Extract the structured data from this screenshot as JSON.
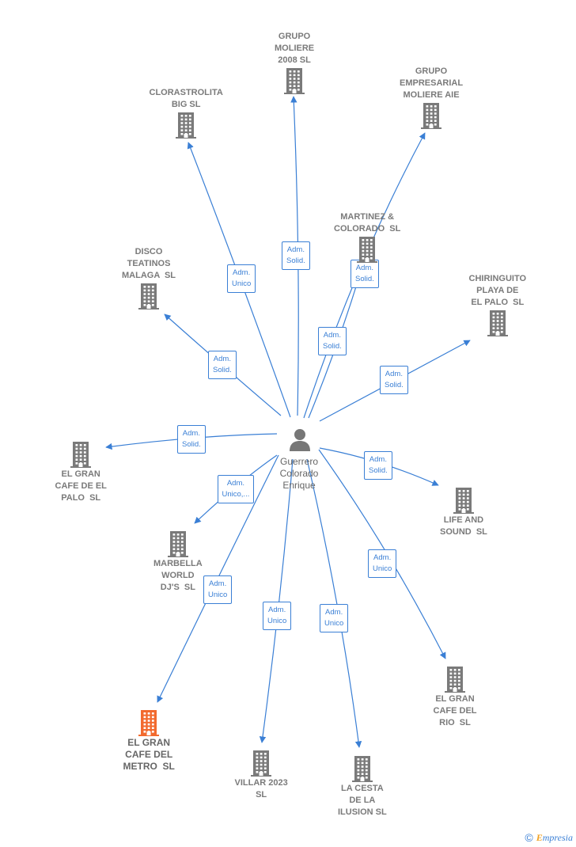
{
  "center": {
    "name": "Guerrero\nColorado\nEnrique",
    "icon": "person-icon"
  },
  "companies": [
    {
      "id": "grupo-moliere",
      "name": "GRUPO\nMOLIERE\n2008 SL",
      "highlight": false
    },
    {
      "id": "grupo-empresarial",
      "name": "GRUPO\nEMPRESARIAL\nMOLIERE AIE",
      "highlight": false
    },
    {
      "id": "clorastrolita",
      "name": "CLORASTROLITA\nBIG SL",
      "highlight": false
    },
    {
      "id": "martinez-colorado",
      "name": "MARTINEZ &\nCOLORADO  SL",
      "highlight": false
    },
    {
      "id": "disco-teatinos",
      "name": "DISCO\nTEATINOS\nMALAGA  SL",
      "highlight": false
    },
    {
      "id": "chiringuito",
      "name": "CHIRINGUITO\nPLAYA DE\nEL PALO  SL",
      "highlight": false
    },
    {
      "id": "gran-cafe-palo",
      "name": "EL GRAN\nCAFE DE EL\nPALO  SL",
      "highlight": false
    },
    {
      "id": "life-sound",
      "name": "LIFE AND\nSOUND  SL",
      "highlight": false
    },
    {
      "id": "marbella",
      "name": "MARBELLA\nWORLD\nDJ'S  SL",
      "highlight": false
    },
    {
      "id": "gran-cafe-rio",
      "name": "EL GRAN\nCAFE DEL\nRIO  SL",
      "highlight": false
    },
    {
      "id": "gran-cafe-metro",
      "name": "EL GRAN\nCAFE DEL\nMETRO  SL",
      "highlight": true
    },
    {
      "id": "villar",
      "name": "VILLAR 2023\nSL",
      "highlight": false
    },
    {
      "id": "la-cesta",
      "name": "LA CESTA\nDE LA\nILUSION SL",
      "highlight": false
    }
  ],
  "relations": [
    {
      "to": "grupo-moliere",
      "label": "Adm.\nSolid."
    },
    {
      "to": "grupo-empresarial",
      "label": "Adm.\nSolid."
    },
    {
      "to": "clorastrolita",
      "label": "Adm.\nUnico"
    },
    {
      "to": "martinez-colorado",
      "label": "Adm.\nSolid."
    },
    {
      "to": "disco-teatinos",
      "label": "Adm.\nSolid."
    },
    {
      "to": "chiringuito",
      "label": "Adm.\nSolid."
    },
    {
      "to": "gran-cafe-palo",
      "label": "Adm.\nSolid."
    },
    {
      "to": "life-sound",
      "label": "Adm.\nSolid."
    },
    {
      "to": "marbella",
      "label": "Adm.\nUnico,..."
    },
    {
      "to": "gran-cafe-rio",
      "label": "Adm.\nUnico"
    },
    {
      "to": "gran-cafe-metro",
      "label": "Adm.\nUnico"
    },
    {
      "to": "villar",
      "label": "Adm.\nUnico"
    },
    {
      "to": "la-cesta",
      "label": "Adm.\nUnico"
    }
  ],
  "colors": {
    "edge": "#3a7fd5",
    "building": "#7a7a7a",
    "building_highlight": "#f26a2e",
    "person": "#777777"
  },
  "footer": {
    "copyright": "©",
    "brand_first": "E",
    "brand_rest": "mpresia"
  }
}
